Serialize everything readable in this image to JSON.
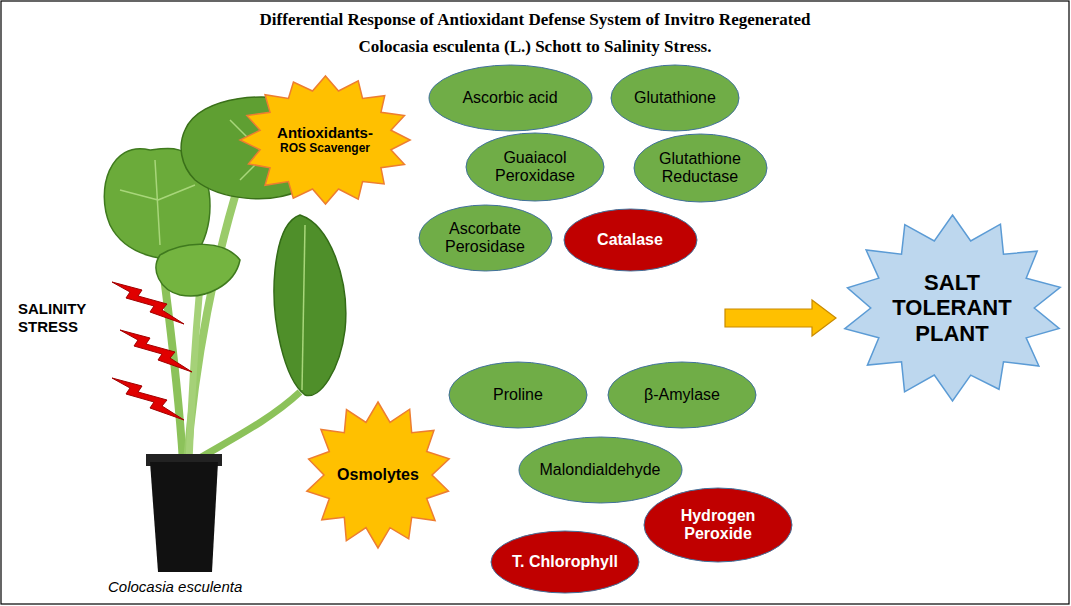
{
  "diagram": {
    "title": "Differential Response of Antioxidant Defense System of Invitro Regenerated Colocasia esculenta (L.) Schott to Salinity Stress.",
    "nodes": [
      {
        "text": [
          "Antioxidants-",
          "ROS Scavenger"
        ]
      },
      {
        "text": [
          "Ascorbic acid"
        ]
      },
      {
        "text": [
          "Glutathione"
        ]
      },
      {
        "text": [
          "Guaiacol Peroxidase"
        ]
      },
      {
        "text": [
          "Glutathione Reductase"
        ]
      },
      {
        "text": [
          "Ascorbate Perosidase"
        ]
      },
      {
        "text": [
          "Catalase"
        ]
      },
      {
        "text": [
          "SALT TOLERANT PLANT"
        ]
      },
      {
        "text": [
          "Osmolytes"
        ]
      },
      {
        "text": [
          "Proline"
        ]
      },
      {
        "text": [
          "β-Amylase"
        ]
      },
      {
        "text": [
          "Malondialdehyde"
        ]
      },
      {
        "text": [
          "Hydrogen Peroxide"
        ]
      },
      {
        "text": [
          "T. Chlorophyll"
        ]
      }
    ],
    "labels": [
      "SALINITY STRESS",
      "Colocasia esculenta"
    ]
  }
}
